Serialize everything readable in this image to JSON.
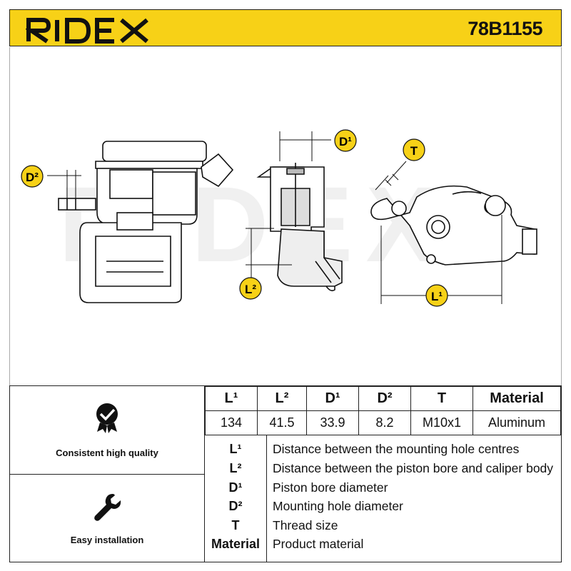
{
  "header": {
    "brand": "RIDEX",
    "part_number": "78B1155",
    "accent_color": "#f7d117"
  },
  "diagram": {
    "labels": {
      "d2": "D²",
      "d1": "D¹",
      "t": "T",
      "l2": "L²",
      "l1": "L¹"
    },
    "watermark": "RIDEX"
  },
  "badges": [
    {
      "icon": "badge-check-icon",
      "label": "Consistent high quality"
    },
    {
      "icon": "wrench-icon",
      "label": "Easy installation"
    }
  ],
  "spec_table": {
    "headers": [
      "L¹",
      "L²",
      "D¹",
      "D²",
      "T",
      "Material"
    ],
    "values": [
      "134",
      "41.5",
      "33.9",
      "8.2",
      "M10x1",
      "Aluminum"
    ]
  },
  "legend": [
    {
      "key": "L¹",
      "text": "Distance between the mounting hole centres"
    },
    {
      "key": "L²",
      "text": "Distance between the piston bore and caliper body"
    },
    {
      "key": "D¹",
      "text": "Piston bore diameter"
    },
    {
      "key": "D²",
      "text": "Mounting hole diameter"
    },
    {
      "key": "T",
      "text": "Thread size"
    },
    {
      "key": "Material",
      "text": "Product material"
    }
  ]
}
